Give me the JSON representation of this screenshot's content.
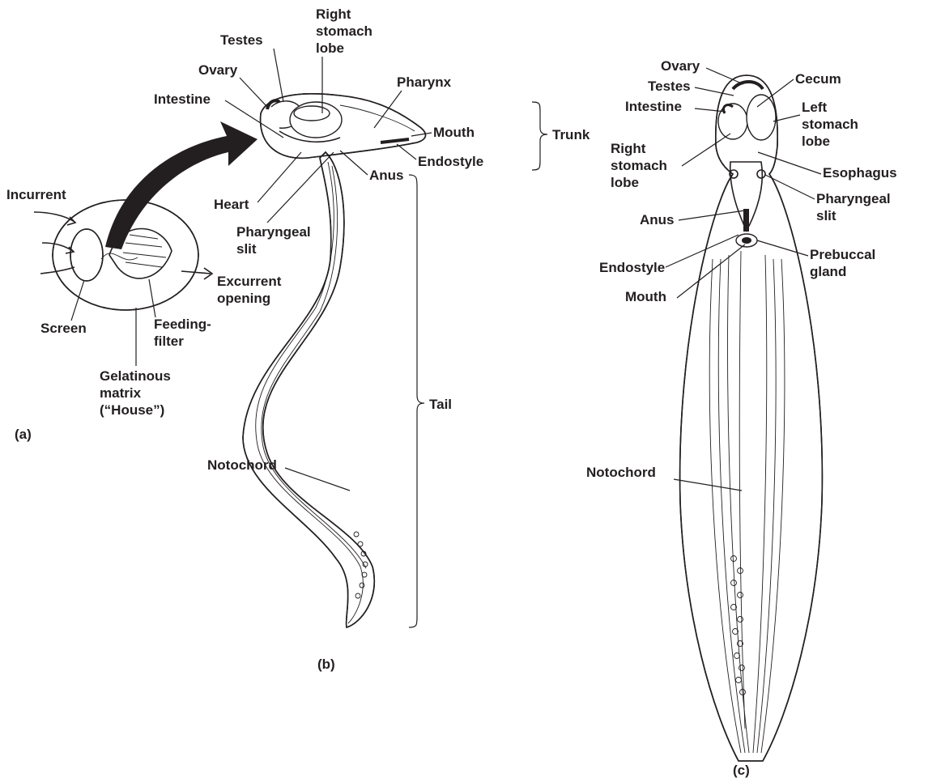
{
  "panels": {
    "a": {
      "label": "(a)",
      "labels": [
        "Incurrent",
        "Screen",
        "Gelatinous",
        "matrix",
        "(“House”)",
        "Feeding-",
        "filter",
        "Excurrent",
        "opening"
      ]
    },
    "b": {
      "label": "(b)",
      "labels": [
        "Testes",
        "Ovary",
        "Intestine",
        "Right",
        "stomach",
        "lobe",
        "Pharynx",
        "Mouth",
        "Endostyle",
        "Trunk",
        "Anus",
        "Heart",
        "Pharyngeal",
        "slit",
        "Tail",
        "Notochord"
      ]
    },
    "c": {
      "label": "(c)",
      "labels": [
        "Ovary",
        "Testes",
        "Intestine",
        "Cecum",
        "Left",
        "stomach",
        "lobe",
        "Right",
        "stomach",
        "lobe",
        "Esophagus",
        "Pharyngeal",
        "slit",
        "Anus",
        "Endostyle",
        "Prebuccal",
        "gland",
        "Mouth",
        "Notochord"
      ]
    }
  },
  "colors": {
    "ink": "#231f20",
    "background": "#ffffff"
  }
}
